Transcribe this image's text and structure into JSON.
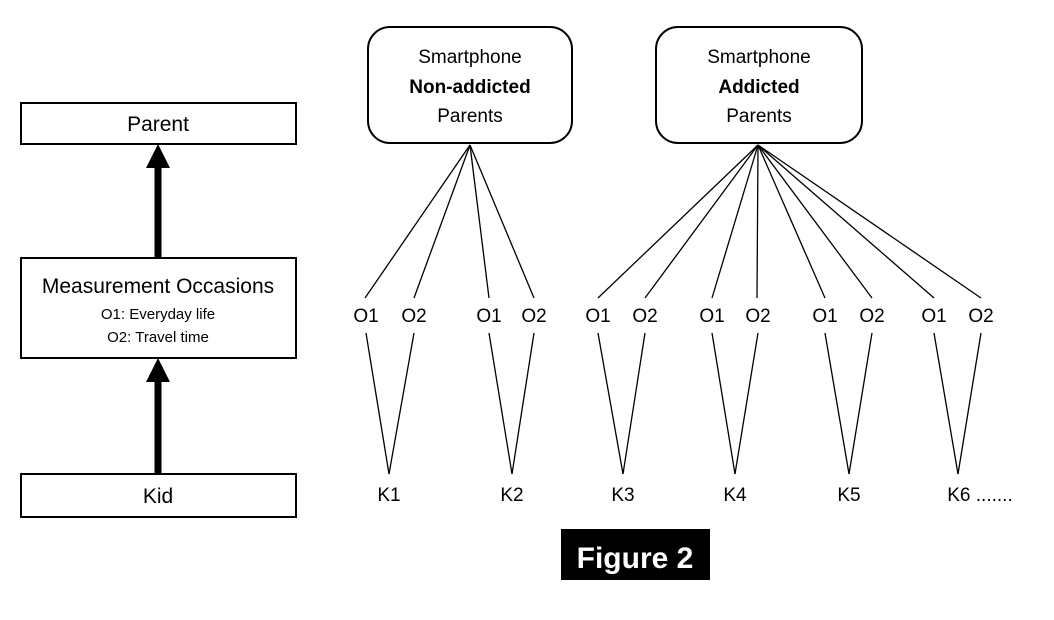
{
  "figure": {
    "caption": "Figure 2",
    "caption_bg": "#000000",
    "caption_fg": "#ffffff"
  },
  "legend_panel": {
    "levels": [
      {
        "id": "parent",
        "title": "Parent",
        "sublines": []
      },
      {
        "id": "measurement-occasions",
        "title": "Measurement Occasions",
        "sublines": [
          "O1: Everyday life",
          "O2: Travel time"
        ]
      },
      {
        "id": "kid",
        "title": "Kid",
        "sublines": []
      }
    ],
    "arrows": [
      {
        "id": "kid-to-occasions",
        "direction": "up"
      },
      {
        "id": "occasions-to-parent",
        "direction": "up"
      }
    ]
  },
  "tree": {
    "groups": [
      {
        "id": "non-addicted",
        "line1": "Smartphone",
        "line2": "Non-addicted",
        "line3": "Parents",
        "line2_bold": true,
        "kids": [
          {
            "label": "K1",
            "occasions": [
              "O1",
              "O2"
            ]
          },
          {
            "label": "K2",
            "occasions": [
              "O1",
              "O2"
            ]
          }
        ]
      },
      {
        "id": "addicted",
        "line1": "Smartphone",
        "line2": "Addicted",
        "line3": "Parents",
        "line2_bold": true,
        "kids": [
          {
            "label": "K3",
            "occasions": [
              "O1",
              "O2"
            ]
          },
          {
            "label": "K4",
            "occasions": [
              "O1",
              "O2"
            ]
          },
          {
            "label": "K5",
            "occasions": [
              "O1",
              "O2"
            ]
          },
          {
            "label": "K6 .......",
            "occasions": [
              "O1",
              "O2"
            ]
          }
        ]
      }
    ]
  },
  "colors": {
    "stroke": "#000000",
    "fill": "#ffffff",
    "text": "#000000"
  }
}
